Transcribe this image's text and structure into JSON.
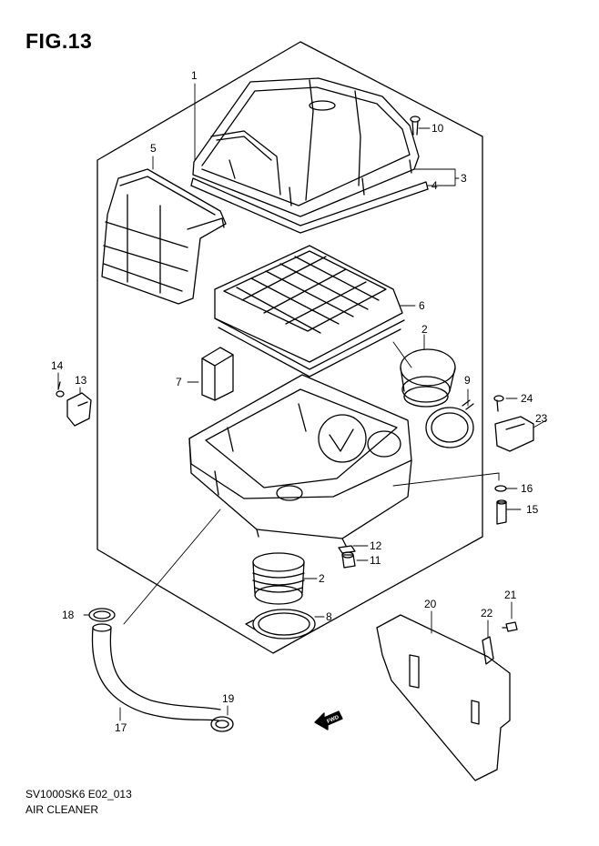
{
  "figure": {
    "title": "FIG.13"
  },
  "footer": {
    "model_code": "SV1000SK6 E02_013",
    "section_name": "AIR CLEANER"
  },
  "fwd_label": "FWD",
  "callouts": [
    {
      "id": "c1",
      "text": "1"
    },
    {
      "id": "c10",
      "text": "10"
    },
    {
      "id": "c3",
      "text": "3"
    },
    {
      "id": "c4",
      "text": "4"
    },
    {
      "id": "c5",
      "text": "5"
    },
    {
      "id": "c6",
      "text": "6"
    },
    {
      "id": "c2a",
      "text": "2"
    },
    {
      "id": "c7",
      "text": "7"
    },
    {
      "id": "c9",
      "text": "9"
    },
    {
      "id": "c14",
      "text": "14"
    },
    {
      "id": "c13",
      "text": "13"
    },
    {
      "id": "c24",
      "text": "24"
    },
    {
      "id": "c23",
      "text": "23"
    },
    {
      "id": "c16",
      "text": "16"
    },
    {
      "id": "c15",
      "text": "15"
    },
    {
      "id": "c12",
      "text": "12"
    },
    {
      "id": "c11",
      "text": "11"
    },
    {
      "id": "c2b",
      "text": "2"
    },
    {
      "id": "c8",
      "text": "8"
    },
    {
      "id": "c18",
      "text": "18"
    },
    {
      "id": "c20",
      "text": "20"
    },
    {
      "id": "c21",
      "text": "21"
    },
    {
      "id": "c22",
      "text": "22"
    },
    {
      "id": "c17",
      "text": "17"
    },
    {
      "id": "c19",
      "text": "19"
    }
  ]
}
